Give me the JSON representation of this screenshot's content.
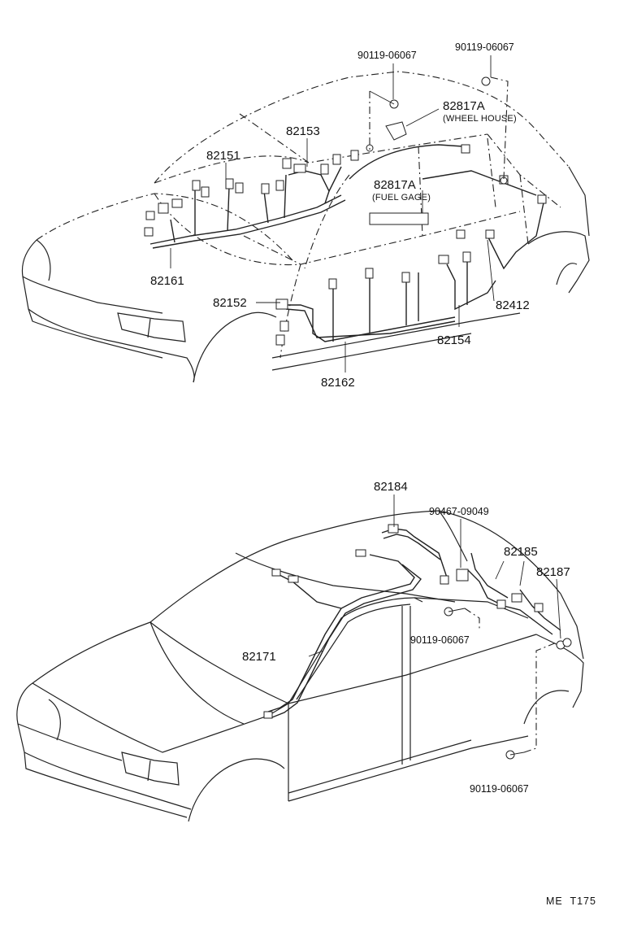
{
  "upper_view": {
    "labels": [
      {
        "id": "clip-top-left",
        "text": "90119-06067"
      },
      {
        "id": "clip-top-right",
        "text": "90119-06067"
      },
      {
        "id": "wheel-house-part",
        "text": "82817A"
      },
      {
        "id": "wheel-house-note",
        "text": "(WHEEL HOUSE)"
      },
      {
        "id": "fuel-gage-part",
        "text": "82817A"
      },
      {
        "id": "fuel-gage-note",
        "text": "(FUEL GAGE)"
      },
      {
        "id": "harness-82153",
        "text": "82153"
      },
      {
        "id": "harness-82151",
        "text": "82151"
      },
      {
        "id": "harness-82161",
        "text": "82161"
      },
      {
        "id": "harness-82152",
        "text": "82152"
      },
      {
        "id": "harness-82412",
        "text": "82412"
      },
      {
        "id": "harness-82154",
        "text": "82154"
      },
      {
        "id": "harness-82162",
        "text": "82162"
      }
    ]
  },
  "lower_view": {
    "labels": [
      {
        "id": "harness-82184",
        "text": "82184"
      },
      {
        "id": "bolt-90467",
        "text": "90467-09049"
      },
      {
        "id": "harness-82185",
        "text": "82185"
      },
      {
        "id": "harness-82187",
        "text": "82187"
      },
      {
        "id": "clip-middle",
        "text": "90119-06067"
      },
      {
        "id": "harness-82171",
        "text": "82171"
      },
      {
        "id": "clip-bottom",
        "text": "90119-06067"
      }
    ]
  },
  "footer": {
    "code": "ME  T175"
  }
}
